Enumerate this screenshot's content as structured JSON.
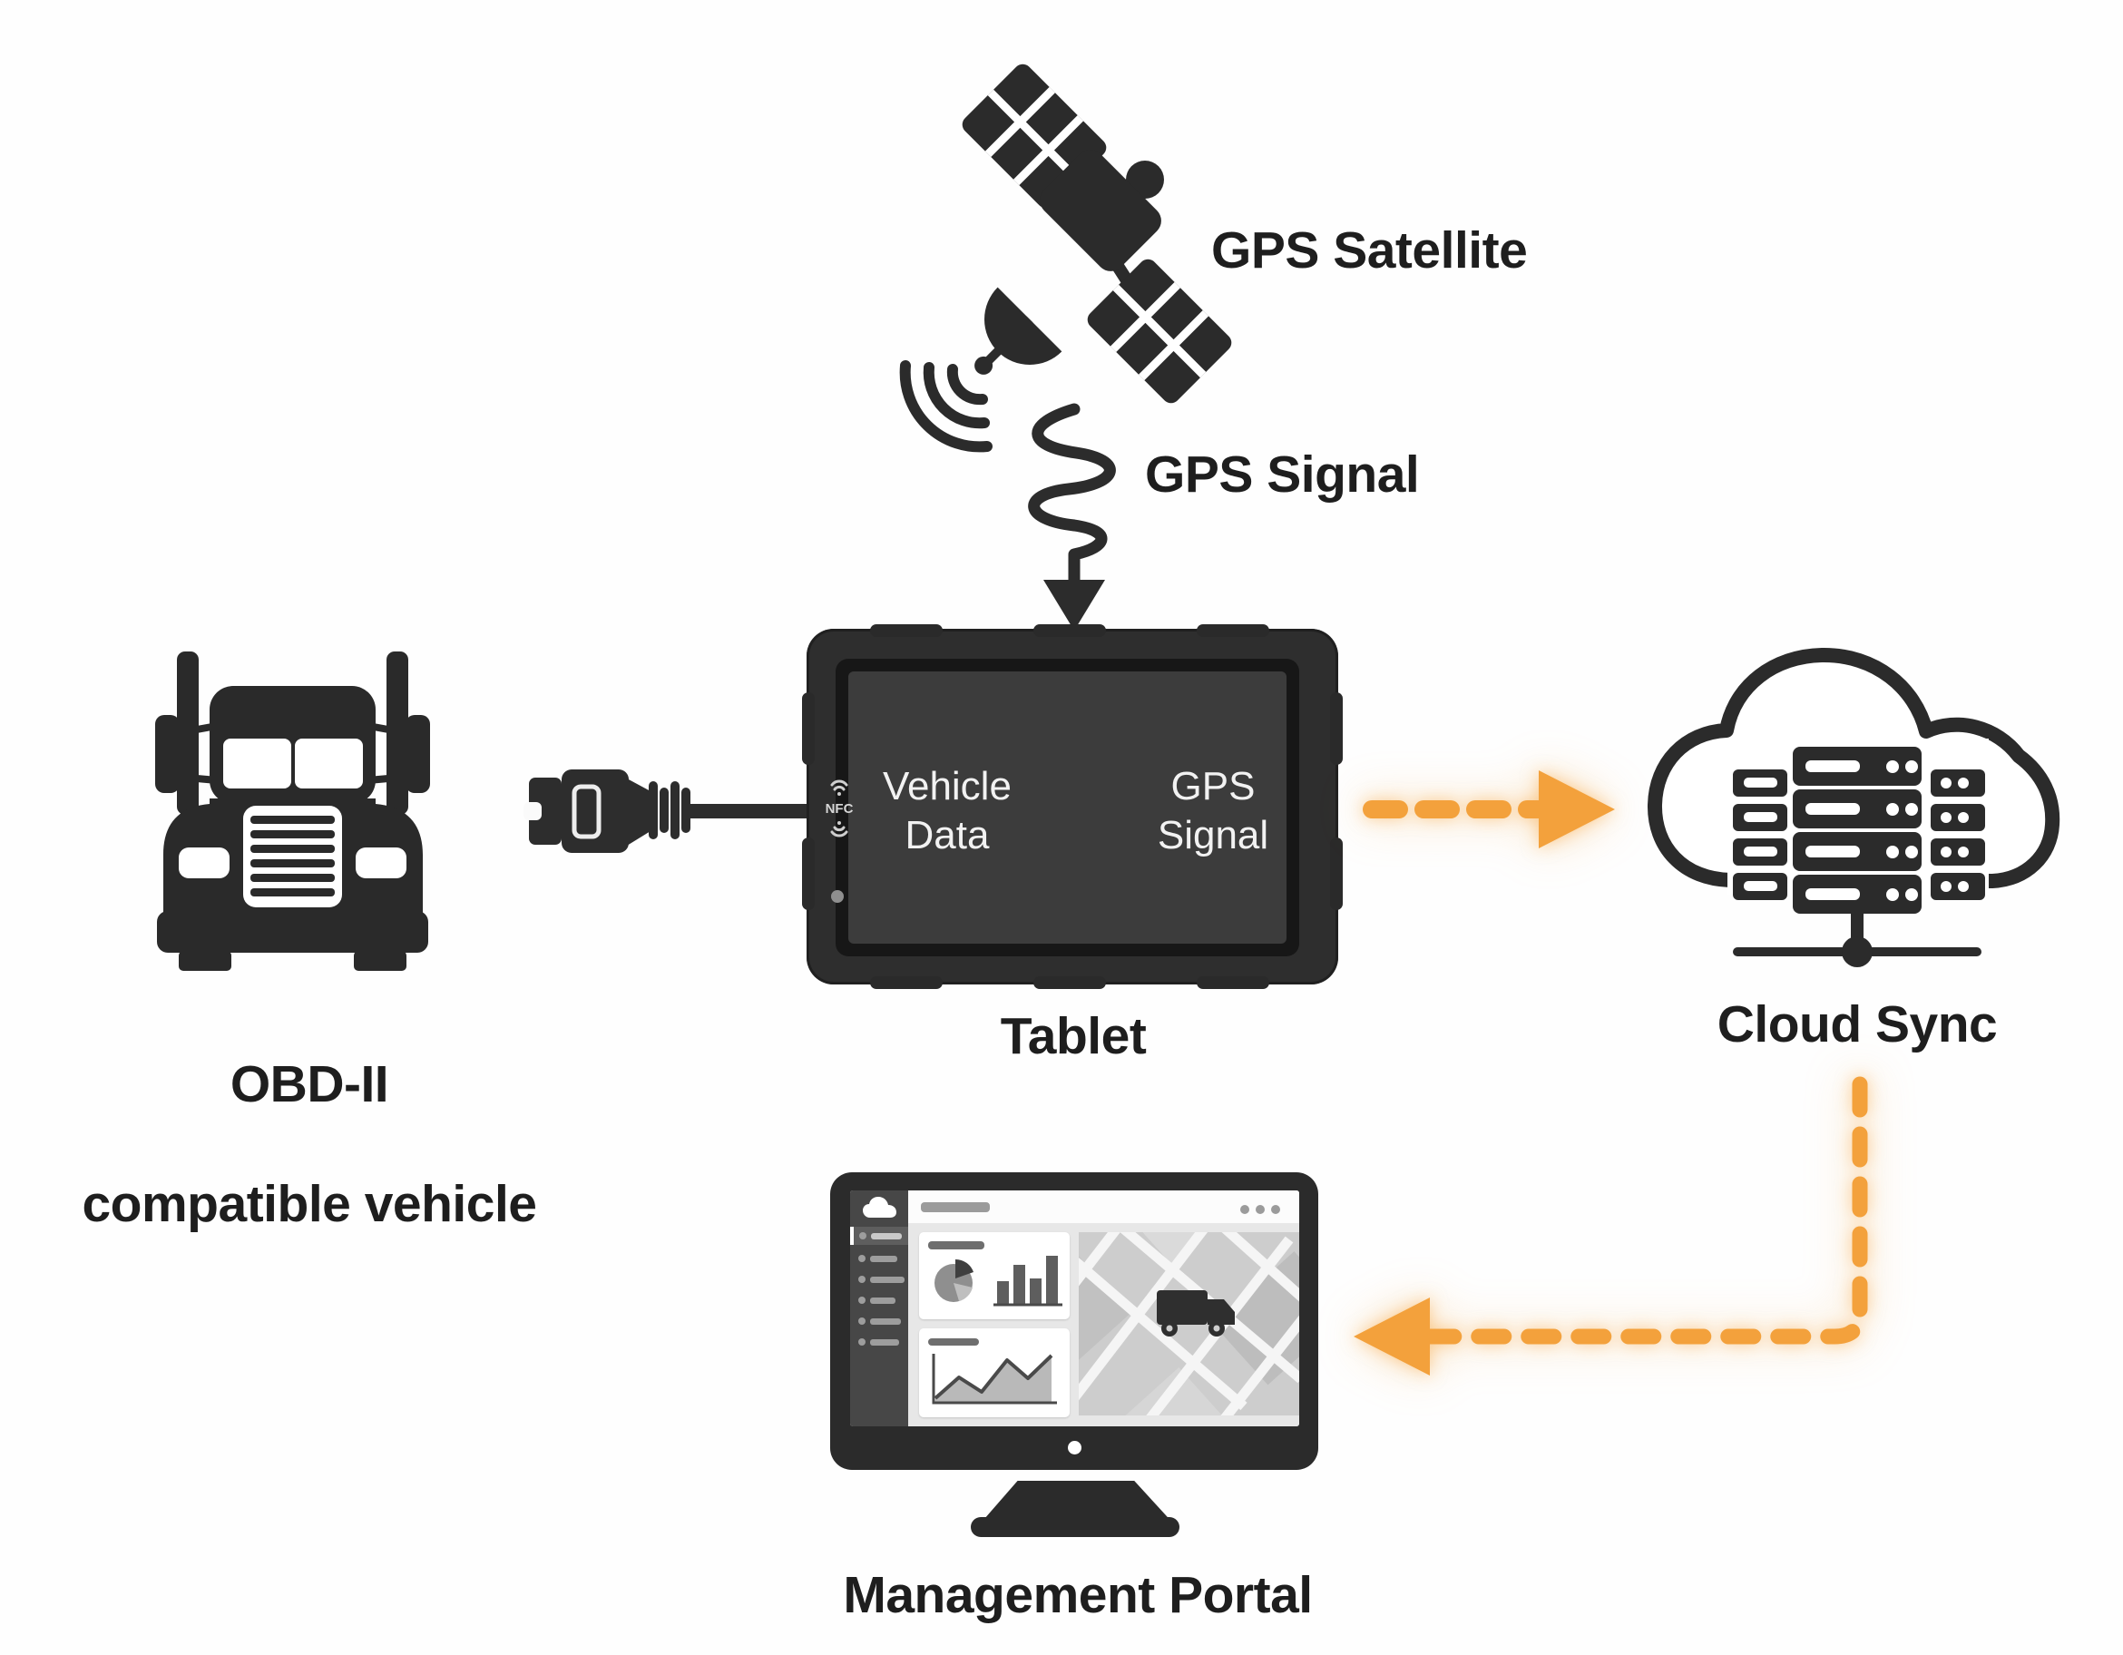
{
  "colors": {
    "accent_orange": "#F3A13C",
    "icon_dark": "#2b2b2b",
    "tablet_screen_bg": "#3c3c3c"
  },
  "labels": {
    "gps_satellite": "GPS Satellite",
    "gps_signal": "GPS Signal",
    "vehicle_line1": "OBD-II",
    "vehicle_line2": "compatible vehicle",
    "tablet": "Tablet",
    "cloud_sync": "Cloud Sync",
    "management_portal": "Management Portal"
  },
  "tablet_screen": {
    "left_line1": "Vehicle",
    "left_line2": "Data",
    "right_line1": "GPS",
    "right_line2": "Signal",
    "nfc_badge": "NFC"
  }
}
